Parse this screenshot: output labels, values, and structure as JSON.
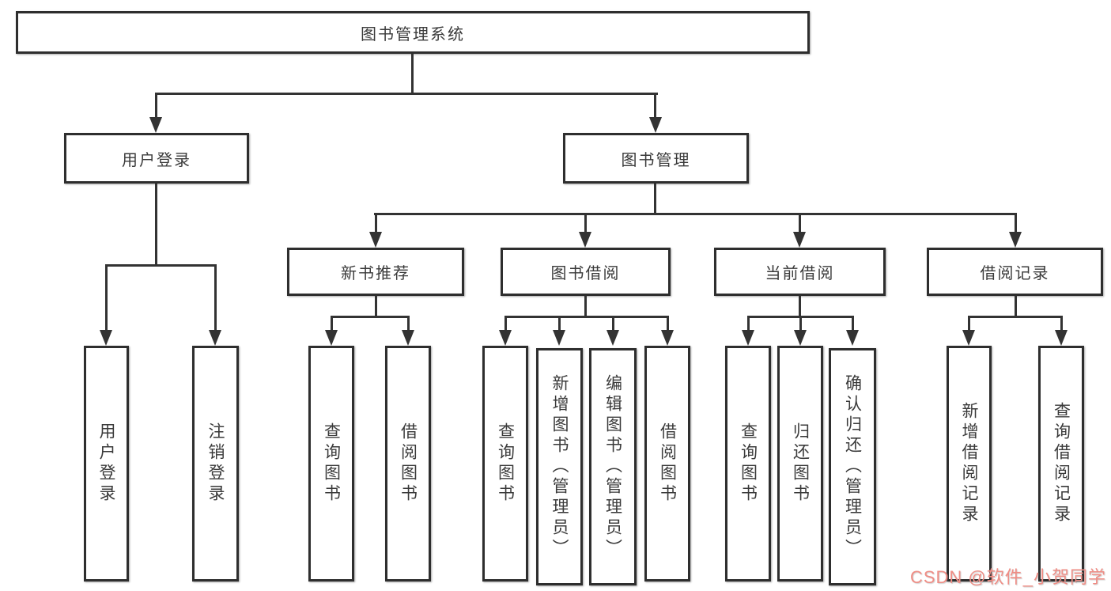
{
  "title": "图书管理系统",
  "tree": {
    "root": {
      "label": "图书管理系统"
    },
    "children": [
      {
        "label": "用户登录",
        "children": [
          {
            "label": "用户登录"
          },
          {
            "label": "注销登录"
          }
        ]
      },
      {
        "label": "图书管理",
        "children": [
          {
            "label": "新书推荐",
            "children": [
              {
                "label": "查询图书"
              },
              {
                "label": "借阅图书"
              }
            ]
          },
          {
            "label": "图书借阅",
            "children": [
              {
                "label": "查询图书"
              },
              {
                "label": "新增图书（管理员）"
              },
              {
                "label": "编辑图书（管理员）"
              },
              {
                "label": "借阅图书"
              }
            ]
          },
          {
            "label": "当前借阅",
            "children": [
              {
                "label": "查询图书"
              },
              {
                "label": "归还图书"
              },
              {
                "label": "确认归还（管理员）"
              }
            ]
          },
          {
            "label": "借阅记录",
            "children": [
              {
                "label": "新增借阅记录"
              },
              {
                "label": "查询借阅记录"
              }
            ]
          }
        ]
      }
    ]
  },
  "watermark": {
    "text": "CSDN @软件_小贺同学"
  },
  "colors": {
    "background": "#ffffff",
    "line": "#333333",
    "box_border": "#2e2e2e",
    "text": "#3a3a3a",
    "watermark": "#ef8d85"
  }
}
